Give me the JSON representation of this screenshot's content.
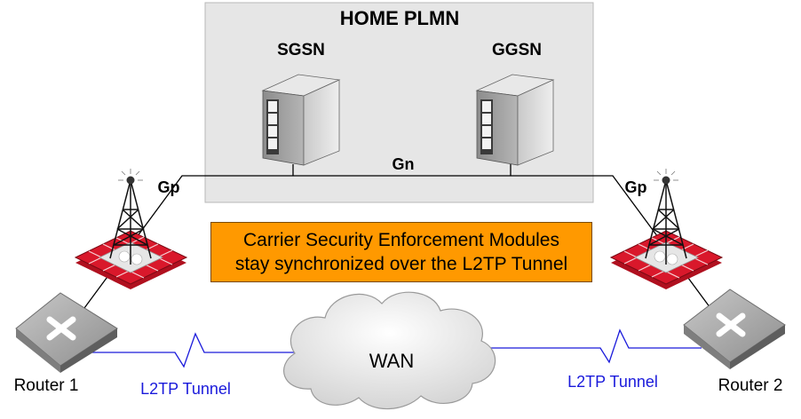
{
  "plmn": {
    "title": "HOME PLMN"
  },
  "nodes": {
    "sgsn": "SGSN",
    "ggsn": "GGSN",
    "wan": "WAN",
    "router1": "Router 1",
    "router2": "Router 2"
  },
  "interfaces": {
    "gn": "Gn",
    "gp_left": "Gp",
    "gp_right": "Gp"
  },
  "tunnels": {
    "left": "L2TP Tunnel",
    "right": "L2TP Tunnel"
  },
  "note": {
    "line1": "Carrier Security Enforcement Modules",
    "line2": "stay synchronized over the L2TP Tunnel"
  },
  "colors": {
    "plmn_bg": "#e6e6e6",
    "note_bg": "#ff9900",
    "firewall_red": "#d9182b",
    "tunnel_blue": "#1a1adb"
  }
}
